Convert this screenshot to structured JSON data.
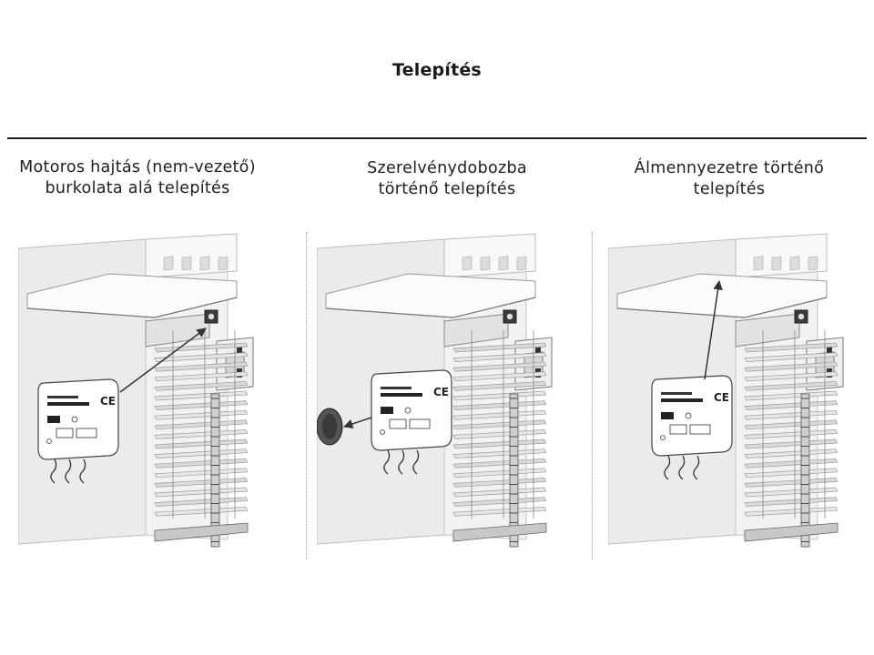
{
  "title": "Telepítés",
  "panels": [
    {
      "caption_line1": "Motoros hajtás (nem-vezető)",
      "caption_line2": "burkolata alá telepítés"
    },
    {
      "caption_line1": "Szerelvénydobozba",
      "caption_line2": "történő telepítés"
    },
    {
      "caption_line1": "Álmennyezetre történő",
      "caption_line2": "telepítés"
    }
  ],
  "colors": {
    "rule": "#1e1e1e",
    "wall": "#e9e9e9",
    "arrow": "#333333"
  },
  "icons": {
    "module": "relay-module-illustration",
    "arrow": "arrow-pointer"
  }
}
